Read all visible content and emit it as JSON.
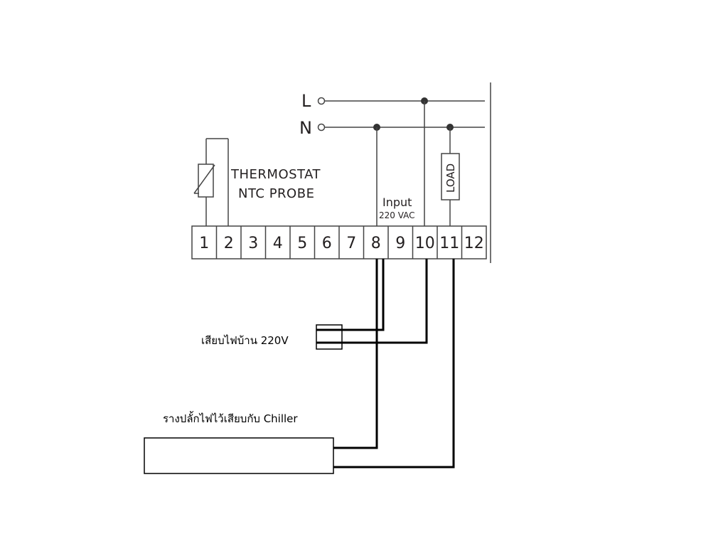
{
  "supply": {
    "line_label": "L",
    "neutral_label": "N"
  },
  "probe": {
    "label_line1": "THERMOSTAT",
    "label_line2": "NTC PROBE"
  },
  "input": {
    "label": "Input",
    "voltage": "220 VAC"
  },
  "load": {
    "label": "LOAD"
  },
  "terminal_block": {
    "terminals": [
      "1",
      "2",
      "3",
      "4",
      "5",
      "6",
      "7",
      "8",
      "9",
      "10",
      "11",
      "12"
    ]
  },
  "annotations": {
    "house_plug": "เสียบไฟบ้าน 220V",
    "chiller_strip": "รางปลั้กไฟไว้เสียบกับ Chiller"
  },
  "colors": {
    "diagram_line": "#444444",
    "field_wire": "#000000",
    "text": "#231f20"
  }
}
